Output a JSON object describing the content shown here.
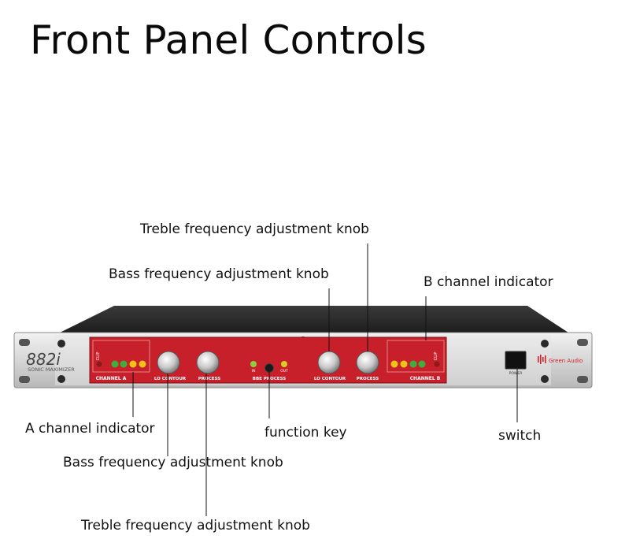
{
  "title": "Front Panel Controls",
  "callouts": {
    "treble_top": "Treble frequency adjustment knob",
    "bass_top": "Bass frequency adjustment knob",
    "b_channel": "B channel indicator",
    "a_channel": "A channel indicator",
    "function_key": "function key",
    "switch": "switch",
    "bass_bottom": "Bass frequency adjustment knob",
    "treble_bottom": "Treble frequency adjustment knob"
  },
  "panel": {
    "brand_model": "882i",
    "brand_line": "SONIC MAXIMIZER",
    "channel_a": "CHANNEL A",
    "channel_b": "CHANNEL B",
    "lo_contour": "LO CONTOUR",
    "process": "PROCESS",
    "bbe_process": "BBE PROCESS",
    "in": "IN",
    "out": "OUT",
    "clip": "CLIP",
    "power": "POWER",
    "logo_text": "Green Audio"
  },
  "colors": {
    "panel_red": "#c8202a",
    "chassis_silver": "#d9d9d9",
    "led_green": "#3fae3a",
    "led_yellow": "#f2c21b"
  }
}
